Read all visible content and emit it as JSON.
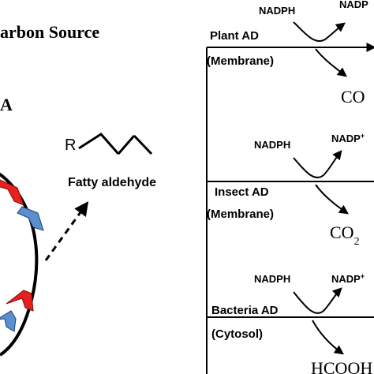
{
  "left_panel": {
    "header_text": "arbon Source",
    "panel_letter": "A",
    "product": {
      "r_group": "R",
      "name": "Fatty aldehyde"
    }
  },
  "pathways": [
    {
      "enzyme": "Plant AD",
      "location": "(Membrane)",
      "cofactor_in": "NADPH",
      "cofactor_out": "NADP",
      "cofactor_out_superscript": "",
      "byproduct": "CO",
      "byproduct_subscript": ""
    },
    {
      "enzyme": "Insect AD",
      "location": "(Membrane)",
      "cofactor_in": "NADPH",
      "cofactor_out": "NADP",
      "cofactor_out_superscript": "+",
      "byproduct": "CO",
      "byproduct_subscript": "2"
    },
    {
      "enzyme": "Bacteria AD",
      "location": "(Cytosol)",
      "cofactor_in": "NADPH",
      "cofactor_out": "NADP",
      "cofactor_out_superscript": "+",
      "byproduct": "HCOOH",
      "byproduct_subscript": ""
    }
  ],
  "colors": {
    "ink": "#000000",
    "chevron_red": "#e8201e",
    "chevron_blue": "#5b8fd0",
    "background": "#ffffff"
  }
}
